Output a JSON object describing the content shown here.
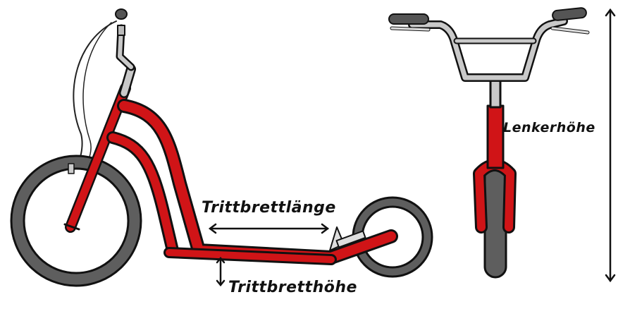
{
  "labels": {
    "deck_length": "Trittbrettlänge",
    "deck_height": "Trittbretthöhe",
    "handlebar_height": "Lenkerhöhe"
  },
  "colors": {
    "frame": "#d01417",
    "frame_dark": "#8e0a0c",
    "tire": "#6a6a6a",
    "tire_dark": "#3b3b3b",
    "metal": "#c9c9c9",
    "grip": "#555555",
    "outline": "#111111"
  }
}
